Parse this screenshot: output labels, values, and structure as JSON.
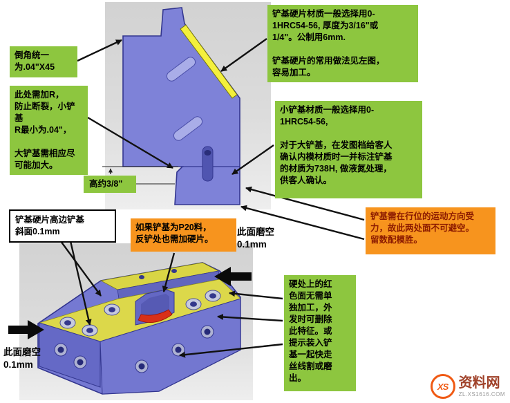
{
  "colors": {
    "callout_green": "#8DC63F",
    "callout_orange": "#F7941E",
    "part_blue": "#7579D2",
    "hard_plate_yellow": "#F4F03C",
    "top_face_yellow": "#DCD84A",
    "red_face": "#D83018"
  },
  "callouts": {
    "hard_plate": {
      "text": "铲基硬片材质一般选择用0-\n1HRC54-56, 厚度为3/16\"或\n1/4\"。公制用6mm.\n\n铲基硬片的常用做法见左图，\n容易加工。"
    },
    "chamfer": {
      "text": "倒角统一\n为.04\"X45"
    },
    "radius_note": {
      "text": "此处需加R，\n防止断裂，小铲基\nR最小为.04\"，\n\n大铲基需相应尽\n可能加大。"
    },
    "height": {
      "text": "高约3/8\""
    },
    "small_base": {
      "text": "小铲基材质一般选择用0-\n1HRC54-56,\n\n对于大铲基，在发图档给客人\n确认内模材质时一并标注铲基\n的材质为738H, 做液氮处理，\n供客人确认。"
    },
    "white_note": {
      "text": "铲基硬片高边铲基\n斜面0.1mm"
    },
    "p20": {
      "text": "如果铲基为P20料，\n反铲处也需加硬片。"
    },
    "grind_right": {
      "text": "此面磨空\n0.1mm"
    },
    "motion": {
      "text": "铲基需在行位的运动方向受\n力，故此两处面不可避空。\n留数配模胜。"
    },
    "grind_left": {
      "text": "此面磨空\n0.1mm"
    },
    "red_face": {
      "text": "硬处上的红\n色面无需单\n独加工，外\n发时可删除\n此特征。或\n提示装入铲\n基一起快走\n丝线割或磨\n出。"
    }
  },
  "watermark": {
    "logo": "XS",
    "name": "资料网",
    "url": "ZL.XS1616.COM"
  }
}
